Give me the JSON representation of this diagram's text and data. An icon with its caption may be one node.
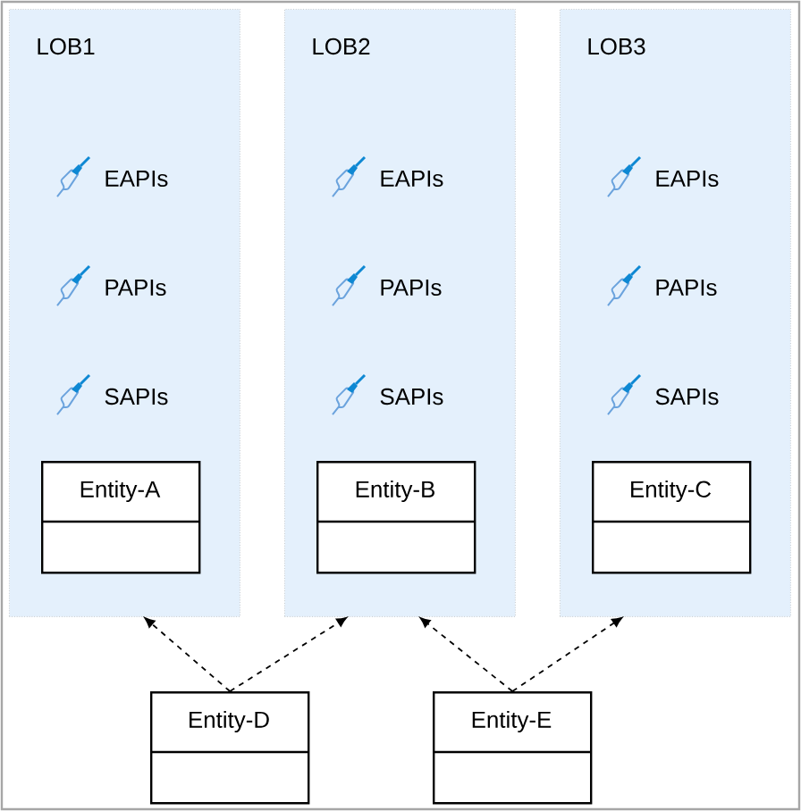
{
  "diagram": {
    "nodes": [
      {
        "text": [
          "LOB1",
          "EAPIs",
          "PAPIs",
          "SAPIs"
        ]
      },
      {
        "text": [
          "Entity-A"
        ],
        "in": 0
      },
      {
        "text": [
          "LOB2",
          "EAPIs",
          "PAPIs",
          "SAPIs"
        ]
      },
      {
        "text": [
          "Entity-B"
        ],
        "in": 2
      },
      {
        "text": [
          "LOB3",
          "EAPIs",
          "PAPIs",
          "SAPIs"
        ]
      },
      {
        "text": [
          "Entity-C"
        ],
        "in": 4
      },
      {
        "text": [
          "Entity-D"
        ]
      },
      {
        "text": [
          "Entity-E"
        ]
      }
    ],
    "edges": [
      {
        "from": 6,
        "to": 0,
        "arrow": "to",
        "style": "dashed"
      },
      {
        "from": 6,
        "to": 2,
        "arrow": "to",
        "style": "dashed"
      },
      {
        "from": 7,
        "to": 2,
        "arrow": "to",
        "style": "dashed"
      },
      {
        "from": 7,
        "to": 4,
        "arrow": "to",
        "style": "dashed"
      }
    ]
  }
}
